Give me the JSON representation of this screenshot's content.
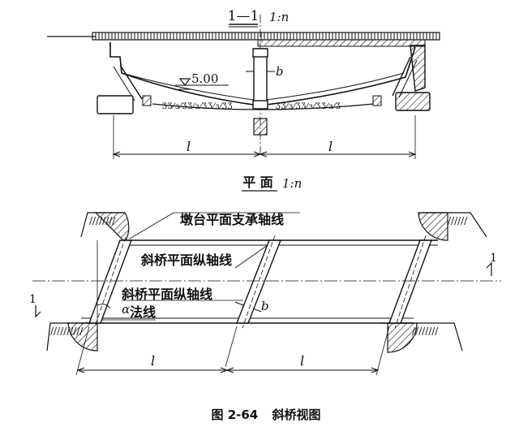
{
  "section_view": {
    "title": "1—1",
    "scale": "1:n",
    "water_level": "5.00",
    "width_label": "b",
    "span_left": "l",
    "span_right": "l"
  },
  "plan_view": {
    "title": "平 面",
    "scale": "1:n",
    "label_abutment_axis": "墩台平面支承轴线",
    "label_long_axis_upper": "斜桥平面纵轴线",
    "label_long_axis_lower": "斜桥平面纵轴线",
    "label_normal": "法线",
    "angle_label": "α",
    "width_label": "b",
    "section_mark_left": "1",
    "section_mark_right": "1",
    "span_left": "l",
    "span_right": "l"
  },
  "caption": {
    "number": "图 2-64",
    "text": "斜桥视图"
  }
}
